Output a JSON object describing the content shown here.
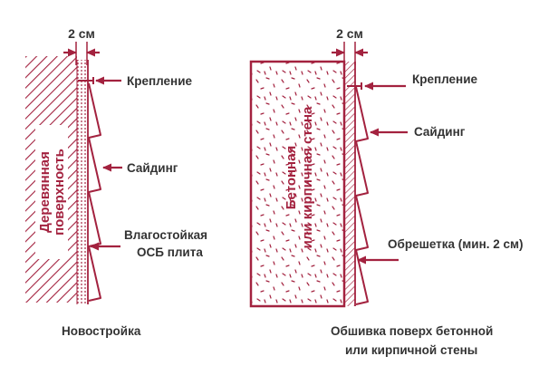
{
  "colors": {
    "accent": "#a3223f",
    "text": "#333333",
    "background": "#ffffff"
  },
  "left_panel": {
    "dimension_label": "2 см",
    "fastener_label": "Крепление",
    "siding_label": "Сайдинг",
    "osb_label": [
      "Влагостойкая",
      "ОСБ плита"
    ],
    "wall_label": [
      "Деревянная",
      "поверхность"
    ],
    "caption": "Новостройка"
  },
  "right_panel": {
    "dimension_label": "2 см",
    "fastener_label": "Крепление",
    "siding_label": "Сайдинг",
    "lathing_label": "Обрешетка (мин. 2 см)",
    "wall_label": [
      "Бетонная",
      "или кирпичная стена"
    ],
    "caption": [
      "Обшивка поверх бетонной",
      "или кирпичной стены"
    ]
  }
}
